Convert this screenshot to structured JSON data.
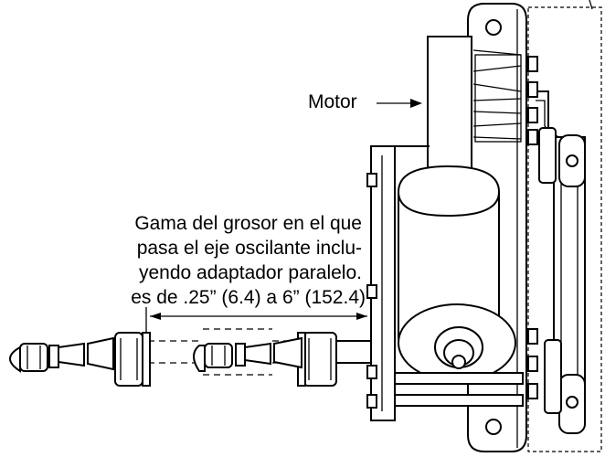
{
  "labels": {
    "motor": "Motor",
    "range_line1": "Gama del grosor en el que",
    "range_line2": "pasa el eje oscilante inclu-",
    "range_line3": "yendo adaptador paralelo.",
    "range_line4": "es de .25” (6.4) a 6” (152.4)"
  },
  "colors": {
    "ink": "#000000",
    "background": "#ffffff"
  }
}
